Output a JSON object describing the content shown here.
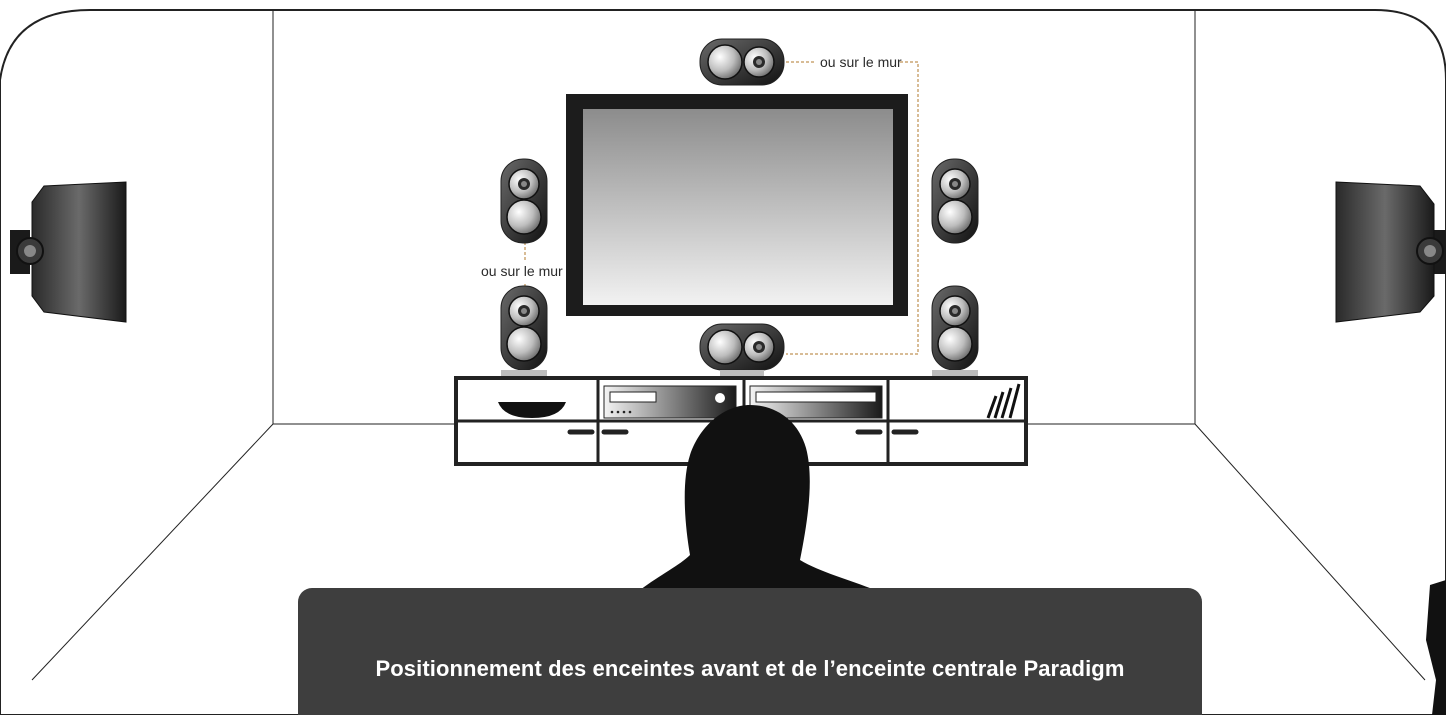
{
  "labels": {
    "center_on_wall": "ou sur le mur",
    "front_left_on_wall": "ou sur le mur"
  },
  "caption": "Positionnement des enceintes avant et de l’enceinte centrale Paradigm",
  "colors": {
    "outline": "#222222",
    "dashed_leader": "#b07a2c",
    "caption_bg": "#3e3e3e",
    "caption_text": "#ffffff",
    "silhouette": "#111111"
  },
  "icons": {
    "speaker_front_left_upper": "bookshelf-speaker-icon",
    "speaker_front_left_lower": "bookshelf-speaker-icon",
    "speaker_front_right_upper": "bookshelf-speaker-icon",
    "speaker_front_right_lower": "bookshelf-speaker-icon",
    "speaker_center_upper": "center-speaker-icon",
    "speaker_center_lower": "center-speaker-icon",
    "speaker_surround_left": "wall-mount-surround-speaker-icon",
    "speaker_surround_right": "wall-mount-surround-speaker-icon",
    "listener": "listener-silhouette-icon"
  }
}
